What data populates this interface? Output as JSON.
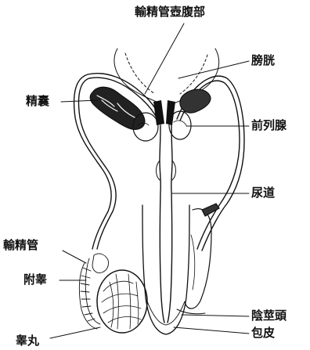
{
  "labels": {
    "ampulla": "輸精管壺腹部",
    "bladder": "膀胱",
    "seminal_vesicle": "精囊",
    "prostate": "前列腺",
    "urethra": "尿道",
    "vas_deferens": "輸精管",
    "epididymis": "附睾",
    "glans": "陰莖頭",
    "foreskin": "包皮",
    "testis": "睾丸"
  }
}
